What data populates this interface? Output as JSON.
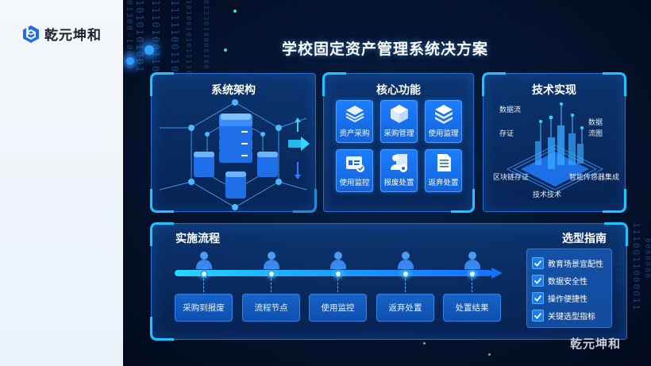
{
  "brand": {
    "name": "乾元坤和",
    "logo_icon": "hexagon-cube-logo-icon",
    "accent": "#1e6ff0"
  },
  "slide": {
    "title": "学校固定资产管理系统决方案",
    "background": "#041532",
    "border_glow": "#19c6ff"
  },
  "architecture": {
    "title": "系统架构",
    "icons": [
      "server-stack-icon",
      "server-icon",
      "arrow-right-icon",
      "arrow-up-icon",
      "arrow-down-icon"
    ]
  },
  "core": {
    "title": "核心功能",
    "items": [
      {
        "label": "资产采购",
        "icon": "layers-icon"
      },
      {
        "label": "采购管理",
        "icon": "cube-icon"
      },
      {
        "label": "使用监理",
        "icon": "stack-icon"
      },
      {
        "label": "使用监控",
        "icon": "folder-check-icon"
      },
      {
        "label": "报废处置",
        "icon": "user-gear-icon"
      },
      {
        "label": "返弃处置",
        "icon": "document-icon"
      }
    ]
  },
  "tech": {
    "title": "技术实现",
    "labels": {
      "data_flow": "数据流",
      "storage": "存证",
      "data_flow_chart": "数据流图",
      "blockchain": "区块链存证",
      "smart_sensing": "智能传感器集成",
      "tech": "技术技术"
    }
  },
  "flow": {
    "title": "实施流程",
    "steps": [
      "采购到报废",
      "流程节点",
      "使用监控",
      "返弃处置",
      "处置结果"
    ]
  },
  "guide": {
    "title": "选型指南",
    "items": [
      {
        "label": "教育场景宜配性",
        "checked": true
      },
      {
        "label": "数据安全性",
        "checked": true
      },
      {
        "label": "操作便捷性",
        "checked": true
      },
      {
        "label": "关键选型指标",
        "checked": true
      }
    ]
  },
  "watermark": "乾元坤和"
}
